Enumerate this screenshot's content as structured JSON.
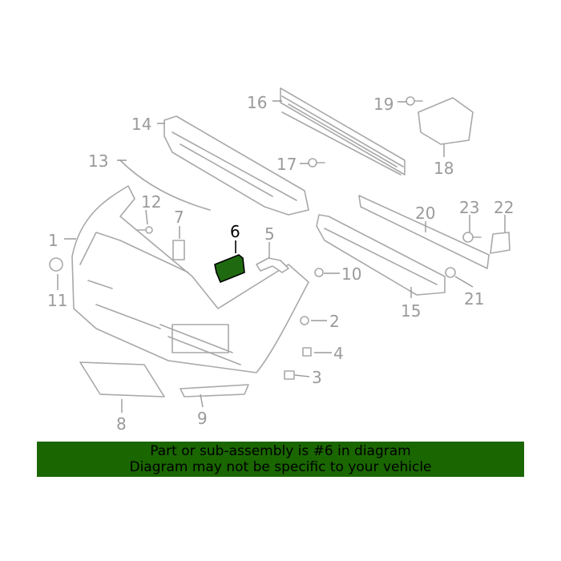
{
  "diagram": {
    "highlighted_part": "6",
    "highlight_color": "#1f6a10",
    "callouts": [
      "1",
      "2",
      "3",
      "4",
      "5",
      "6",
      "7",
      "8",
      "9",
      "10",
      "11",
      "12",
      "13",
      "14",
      "15",
      "16",
      "17",
      "18",
      "19",
      "20",
      "21",
      "22",
      "23"
    ]
  },
  "banner": {
    "line1": "Part or sub-assembly is #6 in diagram",
    "line2": "Diagram may not be specific to your vehicle",
    "background": "#1a6600"
  }
}
